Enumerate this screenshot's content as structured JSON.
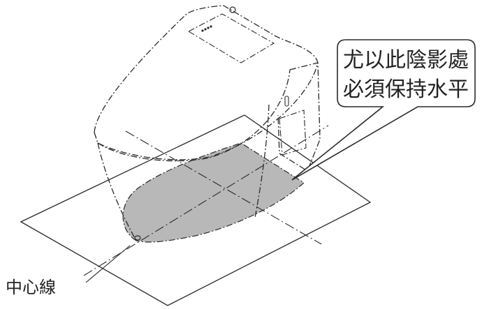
{
  "callout": {
    "line1": "尤以此陰影處",
    "line2": "必須保持水平"
  },
  "centerline_label": "中心線",
  "colors": {
    "line": "#2a2a2a",
    "shade": "#b8b8b8",
    "background": "#ffffff"
  }
}
